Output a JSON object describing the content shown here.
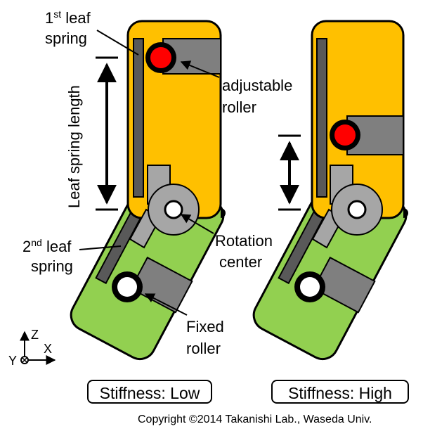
{
  "labels": {
    "leaf1_line1": "1",
    "leaf1_sup": "st",
    "leaf1_line1_rest": " leaf",
    "leaf1_line2": "spring",
    "leaf2_line1": "2",
    "leaf2_sup": "nd",
    "leaf2_line1_rest": " leaf",
    "leaf2_line2": "spring",
    "adjustable_line1": "adjustable",
    "adjustable_line2": "roller",
    "rotation_line1": "Rotation",
    "rotation_line2": "center",
    "fixed_line1": "Fixed",
    "fixed_line2": "roller",
    "leaf_spring_length": "Leaf spring length",
    "axis_z": "Z",
    "axis_x": "X",
    "axis_y": "Y"
  },
  "captions": {
    "low": "Stiffness: Low",
    "high": "Stiffness: High"
  },
  "copyright": "Copyright ©2014 Takanishi Lab., Waseda Univ.",
  "colors": {
    "upper_body": "#FFC000",
    "lower_body": "#92D050",
    "spring": "#595959",
    "slot": "#7F7F7F",
    "rotation_disk": "#A6A6A6",
    "adjustable_roller": "#FF0000",
    "fixed_roller": "#FFFFFF"
  }
}
